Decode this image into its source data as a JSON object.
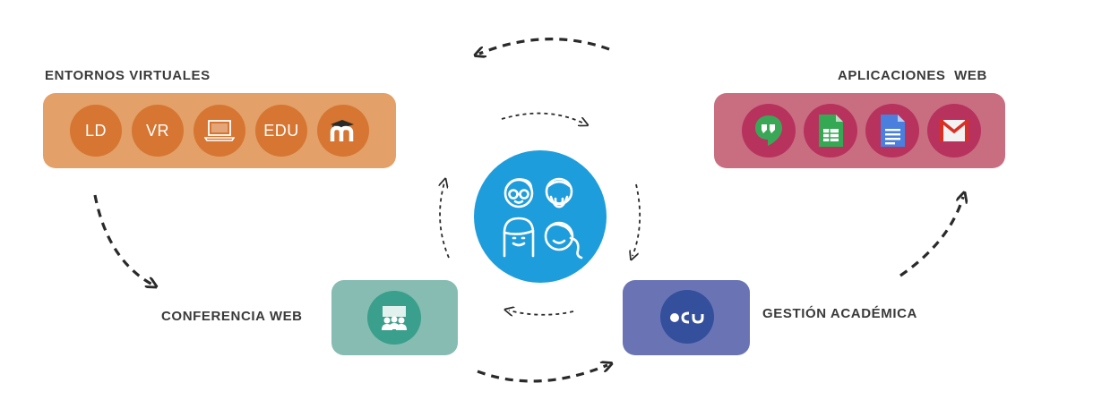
{
  "labels": {
    "entornos": "ENTORNOS VIRTUALES",
    "aplicaciones": "APLICACIONES  WEB",
    "conferencia": "CONFERENCIA WEB",
    "gestion": "GESTIÓN ACADÉMICA"
  },
  "entornos_badges": [
    "LD",
    "VR",
    "",
    "EDU",
    ""
  ],
  "icons": {
    "laptop": "laptop-icon",
    "moodle": "moodle-icon",
    "hangouts": "hangouts-icon",
    "sheets": "sheets-icon",
    "docs": "docs-icon",
    "gmail": "gmail-icon",
    "conference": "conference-icon",
    "gestion": "gestion-logo-icon",
    "users": "users-icon"
  },
  "colors": {
    "entornos": "#e3a068",
    "entornos_badge": "#d67632",
    "aplicaciones": "#c96e80",
    "aplicaciones_badge": "#b8325e",
    "conferencia": "#86bcb1",
    "conferencia_badge": "#3a9f8c",
    "gestion": "#6a74b5",
    "gestion_badge": "#344f9c",
    "center": "#1e9ddc",
    "arrow": "#2a2a2a"
  }
}
